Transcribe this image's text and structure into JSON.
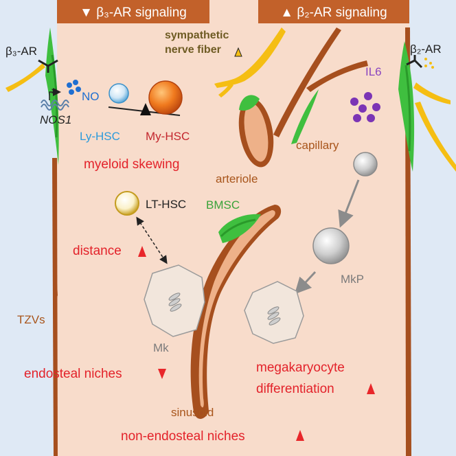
{
  "headers": {
    "left": {
      "text": "▼ β₃-AR signaling"
    },
    "right": {
      "text": "▲ β₂-AR signaling"
    }
  },
  "labels": {
    "beta3_receptor": "β₃-AR",
    "beta2_receptor": "β₂-AR",
    "cross_mark": "×",
    "no": "NO",
    "nos1": "NOS1",
    "sympathetic_line1": "sympathetic",
    "sympathetic_line2": "nerve fiber",
    "il6": "IL6",
    "ly_hsc": "Ly-HSC",
    "my_hsc": "My-HSC",
    "myeloid_skewing": "myeloid skewing",
    "capillary": "capillary",
    "arteriole": "arteriole",
    "lt_hsc": "LT-HSC",
    "bmsc": "BMSC",
    "distance": "distance",
    "mkp": "MkP",
    "tzvs": "TZVs",
    "mk": "Mk",
    "endosteal_niches": "endosteal niches",
    "megakaryocyte_line1": "megakaryocyte",
    "megakaryocyte_line2": "differentiation",
    "sinusoid": "sinusoid",
    "non_endosteal_niches": "non-endosteal niches"
  },
  "colors": {
    "background_blue": "#dfe9f5",
    "niche_pink": "#f8dccb",
    "header_brown": "#c2612a",
    "vessel_brown": "#a64f1e",
    "lumen_peach": "#eeb189",
    "stromal_green": "#3fbf3f",
    "nerve_yellow": "#f5be13",
    "arrow_red": "#e8262a",
    "text_red": "#e3222a",
    "text_blue": "#2d9bdc",
    "text_brown": "#a8551b",
    "text_olive": "#6e5b23",
    "text_green": "#3aa33a",
    "text_purple": "#8a45bf",
    "text_gray": "#7b7b7b"
  },
  "icons": [
    "beta3-receptor-icon",
    "beta2-receptor-icon",
    "no-molecule-icon",
    "nos1-gene-icon",
    "il6-dots-icon",
    "balance-scale-icon",
    "up-triangle-icon",
    "down-triangle-icon",
    "dashed-double-arrow-icon",
    "gray-arrow-icon"
  ]
}
